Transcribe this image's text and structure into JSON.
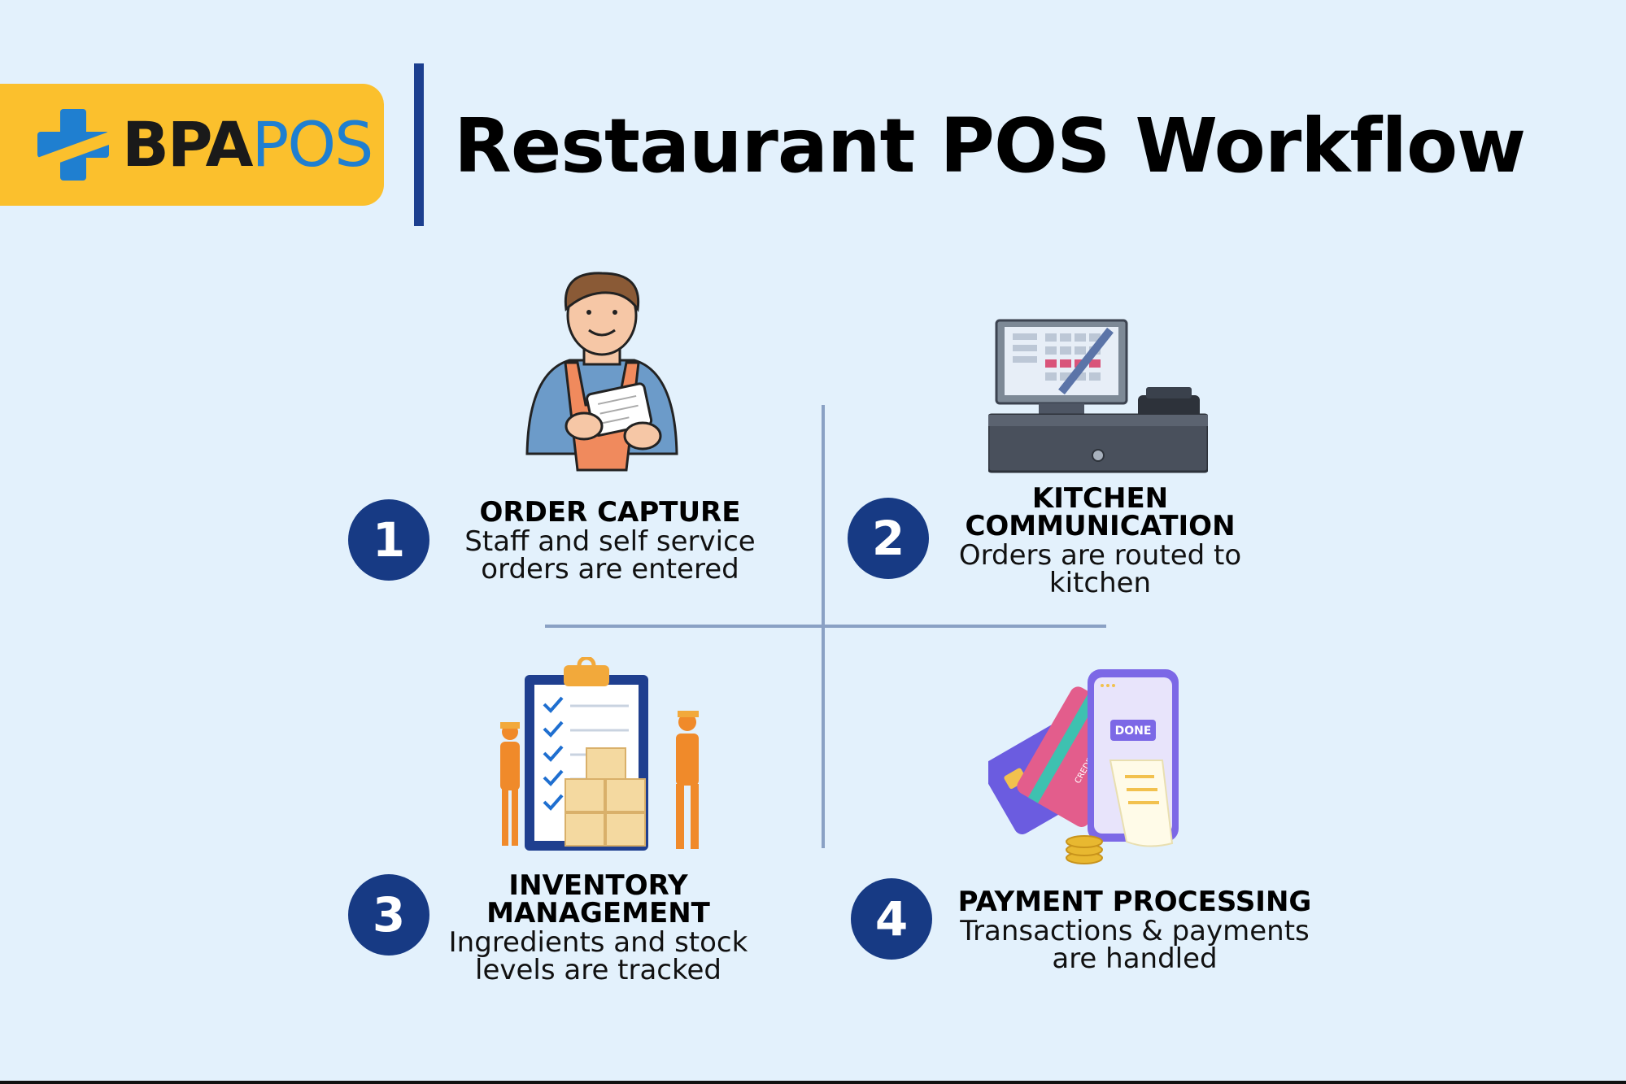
{
  "header": {
    "logo_bpa": "BPA",
    "logo_pos": "POS",
    "title": "Restaurant POS Workflow"
  },
  "colors": {
    "background": "#e3f1fc",
    "logo_box": "#fbc02d",
    "navy": "#173a84",
    "logo_blue": "#1f7fd0",
    "divider_lines": "#8aa1c4"
  },
  "steps": [
    {
      "number": "1",
      "title": "ORDER CAPTURE",
      "description": "Staff and self service orders are entered",
      "icon": "waiter-with-tablet-icon"
    },
    {
      "number": "2",
      "title": "KITCHEN COMMUNICATION",
      "description": "Orders are routed to kitchen",
      "icon": "pos-terminal-icon"
    },
    {
      "number": "3",
      "title": "INVENTORY MANAGEMENT",
      "description": "Ingredients and stock levels are tracked",
      "icon": "inventory-checklist-icon"
    },
    {
      "number": "4",
      "title": "PAYMENT PROCESSING",
      "description": "Transactions & payments are handled",
      "icon": "payment-cards-icon",
      "screen_label": "DONE",
      "card_label": "CREDIT CARD"
    }
  ]
}
